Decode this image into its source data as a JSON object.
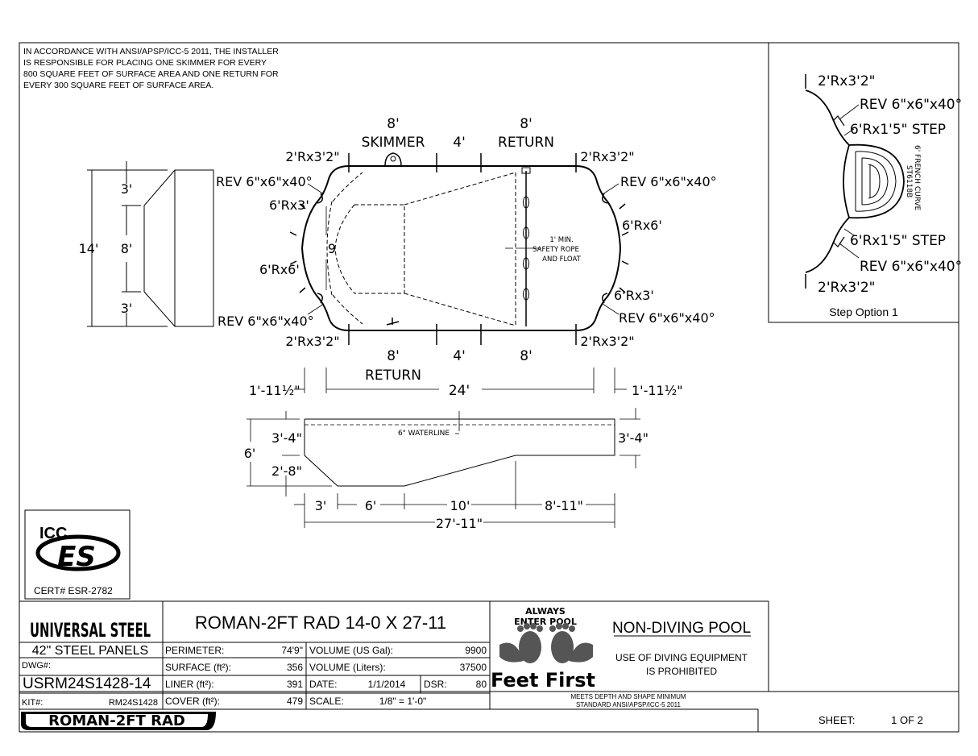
{
  "note": "IN ACCORDANCE WITH ANSI/APSP/ICC-5 2011, THE INSTALLER IS RESPONSIBLE FOR PLACING ONE SKIMMER FOR EVERY 800 SQUARE FEET OF SURFACE AREA AND ONE RETURN FOR EVERY 300 SQUARE FEET OF SURFACE AREA.",
  "plan": {
    "top_dims": [
      "8'",
      "4'",
      "8'"
    ],
    "top_labels": [
      "SKIMMER",
      "RETURN"
    ],
    "bottom_dims": [
      "8'",
      "4'",
      "8'"
    ],
    "bottom_label": "RETURN",
    "corner_radius": "2'Rx3'2\"",
    "rev": "REV 6\"x6\"x40°",
    "radius_6x3": "6'Rx3'",
    "radius_6x6": "6'Rx6'",
    "end_width": "9",
    "safety_rope": [
      "1' MIN.",
      "SAFETY ROPE",
      "AND FLOAT"
    ],
    "overall_length": "24'",
    "end_offset": "1'-11½\""
  },
  "end_view": {
    "overall": "14'",
    "segments": [
      "3'",
      "8'",
      "3'"
    ]
  },
  "section": {
    "depth_total": "6'",
    "shallow_depth": "3'-4\"",
    "lower_depth": "2'-8\"",
    "deep_end_depth": "3'-4\"",
    "waterline": "6\" WATERLINE",
    "bottom_dims": [
      "3'",
      "6'",
      "10'",
      "8'-11\""
    ],
    "overall_length": "27'-11\""
  },
  "step_option": {
    "title": "Step Option 1",
    "corner": "2'Rx3'2\"",
    "rev": "REV 6\"x6\"x40°",
    "step": "6'Rx1'5\" STEP",
    "curve_label": [
      "6' FRENCH CURVE",
      "ST6118B"
    ]
  },
  "cert": {
    "logo_top": "ICC",
    "logo_main": "ES",
    "cert_no": "CERT# ESR-2782"
  },
  "title_block": {
    "brand": "UNIVERSAL STEEL",
    "panels": "42\"  STEEL PANELS",
    "dwg_label": "DWG#:",
    "dwg_value": "USRM24S1428-14",
    "kit_label": "KIT#:",
    "kit_value": "RM24S1428",
    "model_badge": "ROMAN-2FT RAD",
    "title": "ROMAN-2FT RAD 14-0 X 27-11",
    "perimeter_label": "PERIMETER:",
    "perimeter": "74'9\"",
    "surface_label": "SURFACE (ft²):",
    "surface": "356",
    "liner_label": "LINER (ft²):",
    "liner": "391",
    "cover_label": "COVER (ft²):",
    "cover": "479",
    "vol_gal_label": "VOLUME (US Gal):",
    "vol_gal": "9900",
    "vol_l_label": "VOLUME (Liters):",
    "vol_l": "37500",
    "date_label": "DATE:",
    "date": "1/1/2014",
    "dsr_label": "DSR:",
    "dsr": "80",
    "scale_label": "SCALE:",
    "scale": "1/8\" = 1'-0\"",
    "pool_logo_top": [
      "ALWAYS",
      "ENTER POOL"
    ],
    "pool_logo_bottom": "Feet First",
    "non_diving": "NON-DIVING POOL",
    "diving_warning": [
      "USE OF DIVING EQUIPMENT",
      "IS PROHIBITED"
    ],
    "standard": [
      "MEETS DEPTH AND SHAPE MINIMUM",
      "STANDARD ANSI/APSP/ICC-5 2011"
    ],
    "sheet_label": "SHEET:",
    "sheet": "1 OF 2"
  }
}
